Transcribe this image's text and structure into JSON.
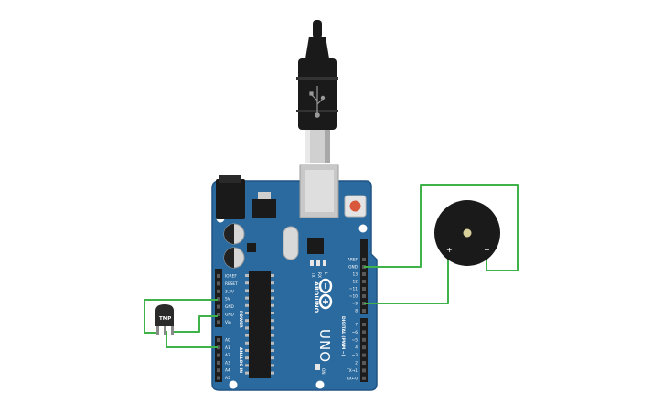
{
  "arduino": {
    "model": "UNO",
    "brand": "ARDUINO",
    "power_label": "POWER",
    "analog_label": "ANALOG IN",
    "digital_label": "DIGITAL (PWM ~)",
    "power_pins": [
      "IOREF",
      "RESET",
      "3.3V",
      "5V",
      "GND",
      "GND",
      "Vin"
    ],
    "analog_pins": [
      "A0",
      "A1",
      "A2",
      "A3",
      "A4",
      "A5"
    ],
    "digital_pins_top": [
      "AREF",
      "GND",
      "13",
      "12",
      "~11",
      "~10",
      "~9",
      "8"
    ],
    "digital_pins_bottom": [
      "7",
      "~6",
      "~5",
      "4",
      "~3",
      "2",
      "TX→1",
      "RX←0"
    ],
    "led_labels": [
      "TX",
      "RX",
      "L",
      "ON"
    ]
  },
  "sensor": {
    "label": "TMP"
  },
  "buzzer": {
    "plus": "+",
    "minus": "−"
  },
  "colors": {
    "board": "#2b6a9e",
    "board_edge": "#1f5384",
    "wire": "#3fb34a",
    "header": "#1c1c1c",
    "reset_button": "#d9573b"
  }
}
